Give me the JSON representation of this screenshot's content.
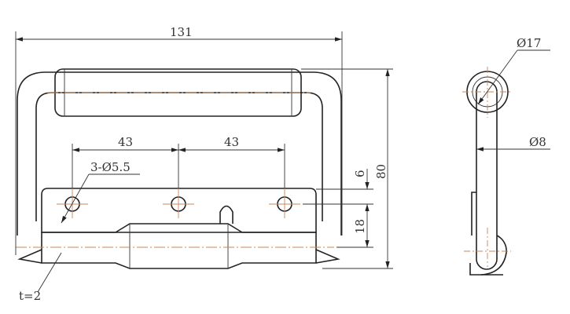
{
  "drawing": {
    "front_view": {
      "overall_width": "131",
      "hole_spacing_left": "43",
      "hole_spacing_right": "43",
      "hole_callout": "3-Ø5.5",
      "overall_height": "80",
      "edge_to_hole": "6",
      "hole_to_centerline": "18",
      "thickness_note": "t=2"
    },
    "side_view": {
      "grip_diameter": "Ø17",
      "rod_diameter": "Ø8"
    }
  },
  "colors": {
    "line": "#222222",
    "centerline": "#c9865a"
  }
}
